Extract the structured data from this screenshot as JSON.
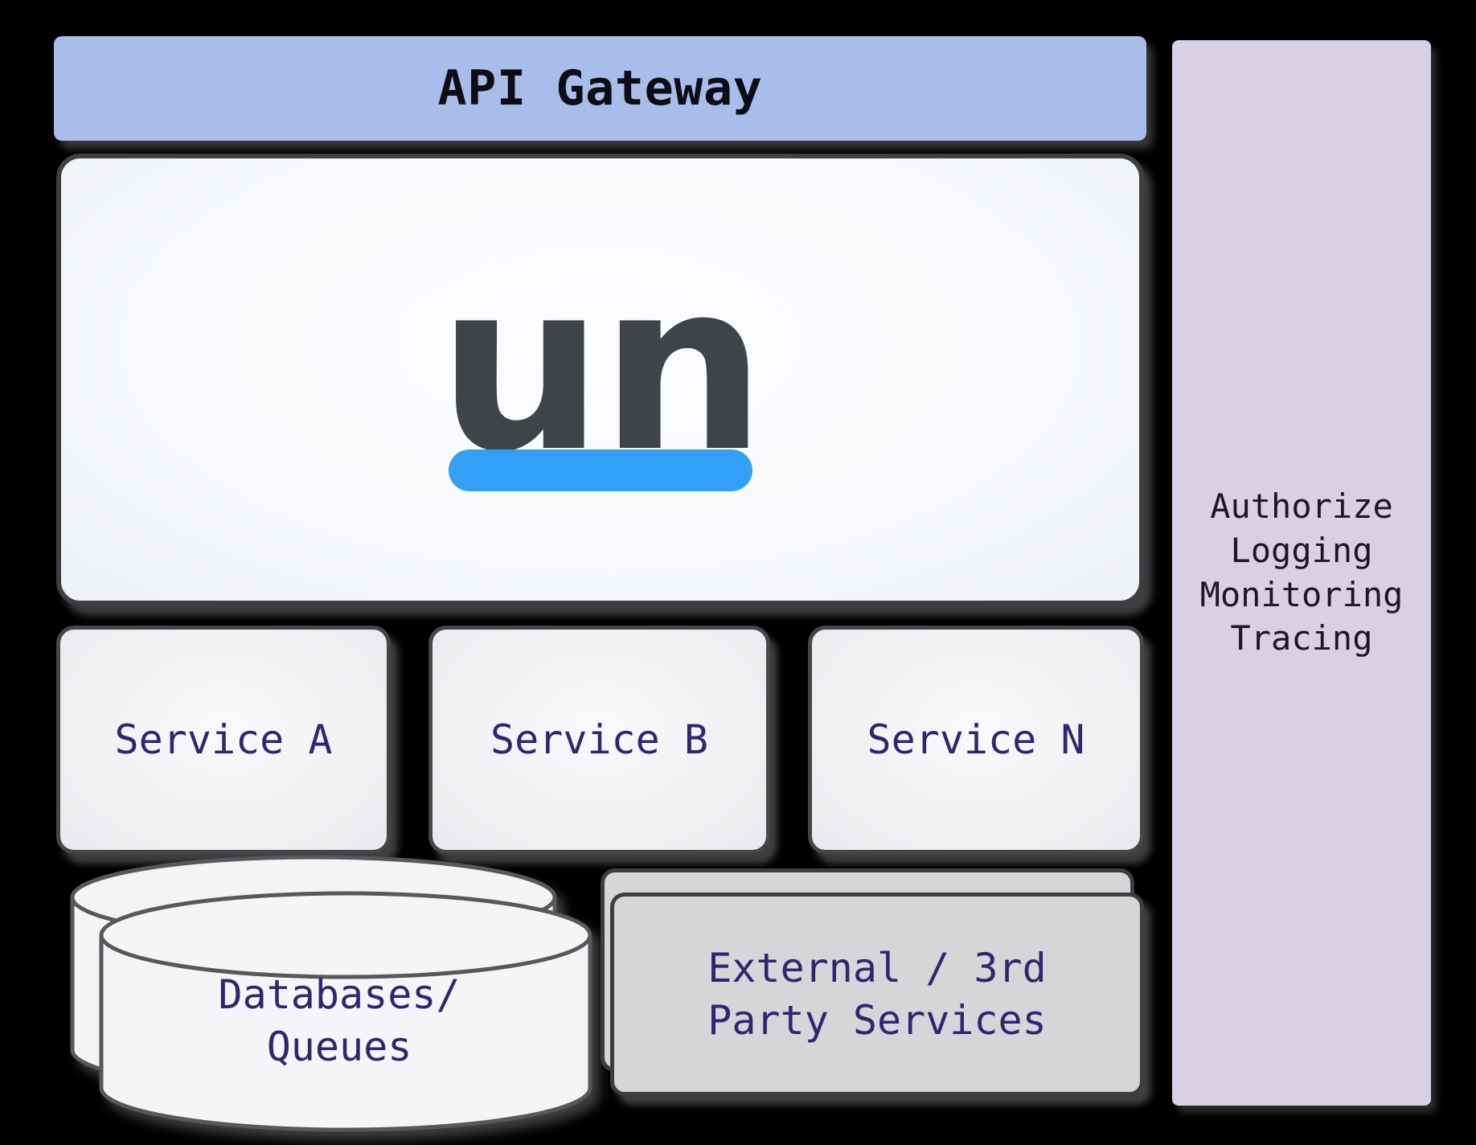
{
  "header": {
    "label": "API Gateway"
  },
  "logo": {
    "text": "un"
  },
  "services": [
    {
      "label": "Service A"
    },
    {
      "label": "Service B"
    },
    {
      "label": "Service N"
    }
  ],
  "datastore": {
    "line1": "Databases/",
    "line2": "Queues"
  },
  "external": {
    "line1": "External / 3rd",
    "line2": "Party Services"
  },
  "sidebar": {
    "items": [
      "Authorize",
      "Logging",
      "Monitoring",
      "Tracing"
    ]
  },
  "colors": {
    "background": "#000000",
    "header_blue": "#a8bde9",
    "header_text": "#0c0c14",
    "panel_white": "#f7f9fc",
    "external_gray": "#d6d5d8",
    "sidebar_lavender": "#d8d0e4",
    "label_indigo": "#2e2770",
    "sidebar_text": "#1b1826",
    "logo_gray": "#404449",
    "logo_underline_blue": "#31a0f6",
    "border_dark": "#3f3f43"
  }
}
